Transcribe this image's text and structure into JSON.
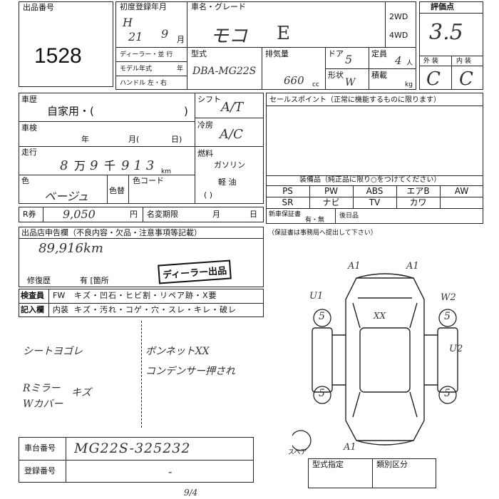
{
  "header": {
    "lot_no_label": "出品番号",
    "lot_no": "1528",
    "first_reg_label": "初度登録年月",
    "era": "H",
    "reg_year": "21",
    "reg_month": "9",
    "month_unit": "月",
    "car_name_label": "車名・グレード",
    "car_name": "モコ",
    "grade": "E",
    "drive_2wd": "2WD",
    "drive_4wd": "4WD",
    "score_label": "評価点",
    "score": "3.5"
  },
  "row2": {
    "dealer_label": "ディーラー・並 行",
    "model_year_label": "モデル年式",
    "model_year_unit": "年",
    "handle_label": "ハンドル 左・右",
    "type_label": "型式",
    "type_value": "DBA-MG22S",
    "displacement_label": "排気量",
    "displacement": "660",
    "cc": "cc",
    "doors_label": "ドア",
    "doors": "5",
    "capacity_label": "定員",
    "capacity": "4",
    "capacity_unit": "人",
    "shape_label": "形状",
    "shape": "W",
    "load_label": "積載",
    "kg": "kg",
    "exterior_label": "外 装",
    "interior_label": "内 装",
    "exterior": "C",
    "interior": "C"
  },
  "history": {
    "label": "車歴",
    "value": "自家用・(",
    "close": ")",
    "shift_label": "シフト",
    "shift": "A/T",
    "inspection_label": "車検",
    "year": "年",
    "month": "月(",
    "day": "日)",
    "ac_label": "冷房",
    "ac": "A/C",
    "mileage_label": "走行",
    "mileage_man": "8",
    "man": "万",
    "mileage_sen1": "9",
    "sen": "千",
    "mileage_rest": "913",
    "km": "km",
    "fuel_label": "燃料",
    "fuel_gas": "ガソリン",
    "fuel_diesel": "軽 油",
    "fuel_paren": "(        )",
    "color_label": "色",
    "color": "ベージュ",
    "color2_label": "色替",
    "color_code_label": "色コード"
  },
  "recycle": {
    "label": "R券",
    "value": "9,050",
    "yen": "円",
    "name_change_label": "名変期限",
    "month": "月",
    "day": "日"
  },
  "sales": {
    "label": "セールスポイント（正常に機能するものに限ります）",
    "equip_label": "装備品（純正品に限り○をつけてください）",
    "equip_row1": [
      "PS",
      "PW",
      "ABS",
      "エアB",
      "AW"
    ],
    "equip_row2": [
      "SR",
      "ナビ",
      "TV",
      "カワ",
      ""
    ],
    "warranty_label": "新車保証書",
    "warranty_value": "有・無",
    "rear_seat_label": "後日品",
    "warranty_note": "（保証書は事務局へ提出して下さい）"
  },
  "report": {
    "label": "出品店申告欄（不良内容・欠品・注意事項等記載）",
    "note": "89,916km",
    "repair_label": "修復歴",
    "repair_value": "有 [箇所",
    "stamp": "ディーラー出品"
  },
  "inspection": {
    "inspector_label": "検査員",
    "entry_label": "記入欄",
    "row1_tag": "FW",
    "row1": "キズ・凹石・ヒビ割・リペア跡・X要",
    "row2_tag": "内装",
    "row2": "キズ・汚れ・コゲ・穴・スレ・キレ・破レ"
  },
  "notes": {
    "n1": "シートヨゴレ",
    "n2": "ボンネットXX",
    "n3": "コンデンサー押され",
    "n4": "Rミラー",
    "n5": "Wカバー",
    "n6": "キズ"
  },
  "diagram": {
    "marks": [
      "A1",
      "A1",
      "U1",
      "W2",
      "U2",
      "XX",
      "5",
      "5",
      "5",
      "5",
      "A1"
    ],
    "spare_label": "スペア"
  },
  "footer": {
    "chassis_label": "車台番号",
    "chassis": "MG22S-325232",
    "reg_label": "登録番号",
    "reg_value": "-",
    "spec_label": "型式指定",
    "class_label": "類別区分",
    "page": "9/4"
  }
}
